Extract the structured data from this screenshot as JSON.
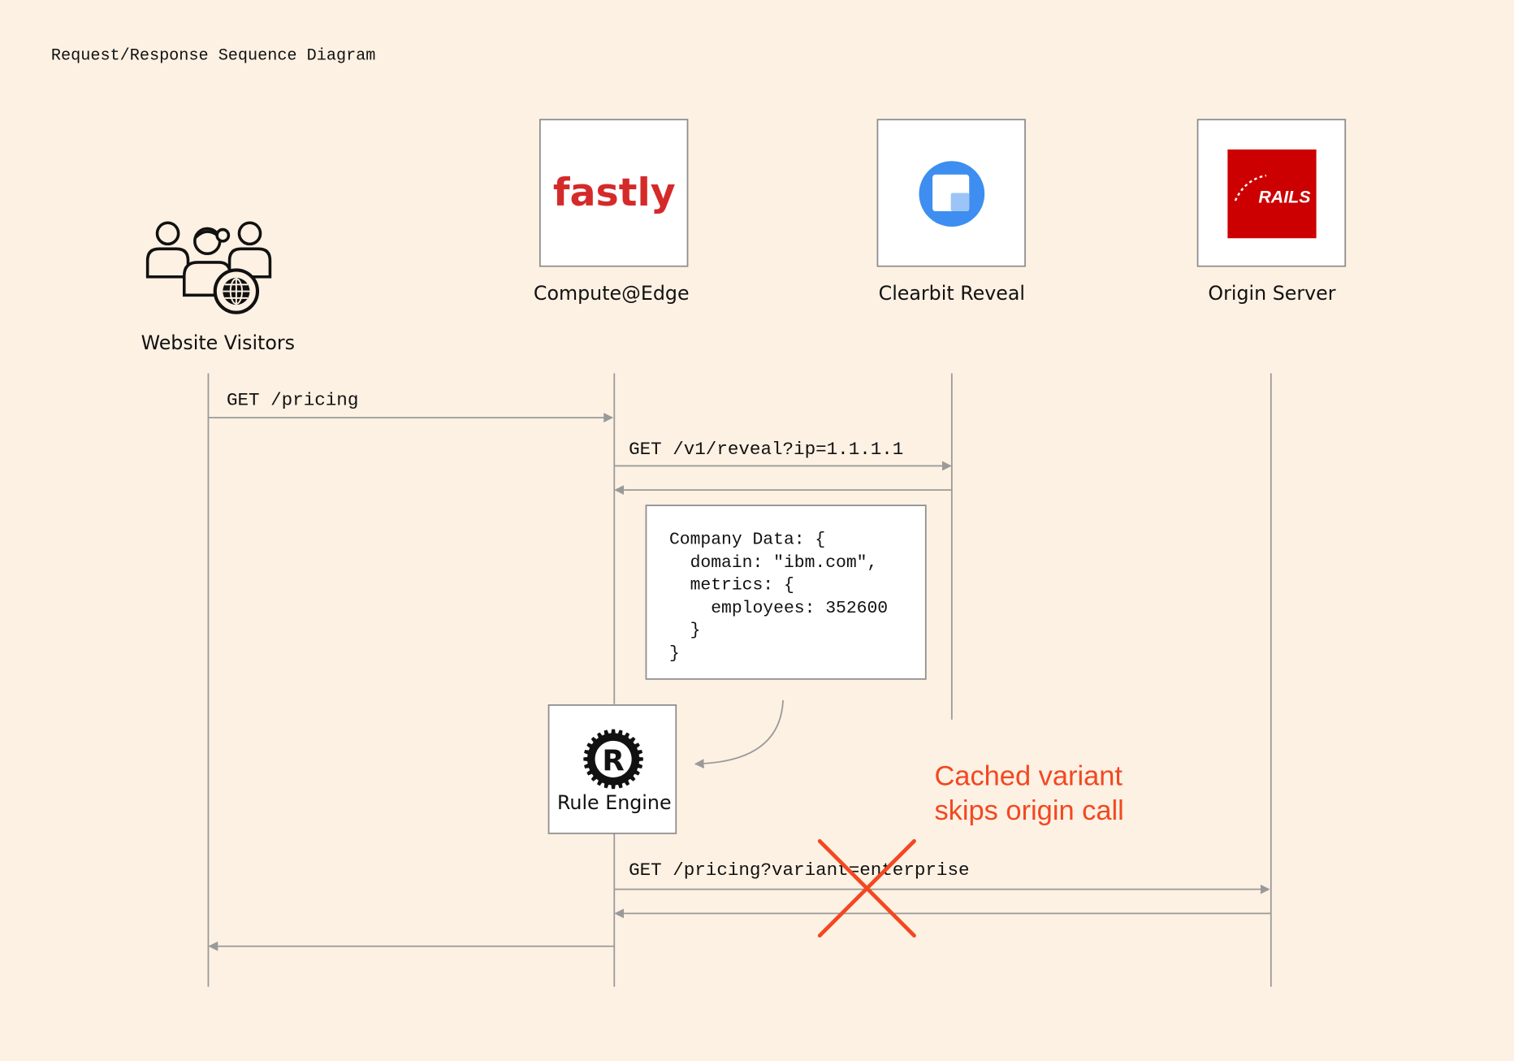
{
  "title": "Request/Response Sequence Diagram",
  "colors": {
    "background": "#fdf1e3",
    "lifeline": "#9a9a9a",
    "box_border": "#8e8e8e",
    "fastly_red": "#d52a2a",
    "clearbit_blue": "#3d8ef0",
    "rails_red": "#cc0000",
    "annotation": "#f24822"
  },
  "participants": [
    {
      "name": "Website Visitors",
      "icon": "people-globe-icon"
    },
    {
      "name": "Compute@Edge",
      "logo_text": "fastly",
      "icon": "fastly-logo"
    },
    {
      "name": "Clearbit Reveal",
      "icon": "clearbit-logo"
    },
    {
      "name": "Origin Server",
      "logo_text": "RAILS",
      "icon": "rails-logo"
    }
  ],
  "messages": {
    "get_pricing": "GET /pricing",
    "get_reveal": "GET /v1/reveal?ip=1.1.1.1",
    "get_variant": "GET /pricing?variant=enterprise"
  },
  "company_data": {
    "lines": [
      "Company Data: {",
      "  domain: \"ibm.com\",",
      "  metrics: {",
      "    employees: 352600",
      "  }",
      "}"
    ]
  },
  "rule_engine": {
    "label": "Rule Engine",
    "icon": "rust-logo"
  },
  "annotation": {
    "lines": [
      "Cached variant",
      "skips origin call"
    ]
  }
}
